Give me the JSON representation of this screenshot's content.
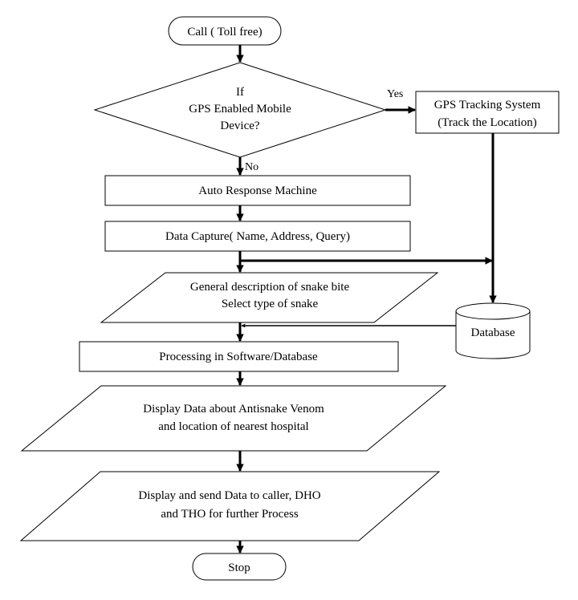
{
  "nodes": {
    "start": "Call ( Toll free)",
    "decision": [
      "If",
      "GPS Enabled Mobile",
      "Device?"
    ],
    "gps": [
      "GPS Tracking System",
      "(Track the Location)"
    ],
    "auto_response": "Auto Response Machine",
    "data_capture": "Data Capture( Name, Address, Query)",
    "description": [
      "General description of snake bite",
      "Select type of snake"
    ],
    "database": "Database",
    "processing": "Processing in Software/Database",
    "display_info": [
      "Display Data about Antisnake Venom",
      "and location of nearest hospital"
    ],
    "send_data": [
      "Display and send Data to caller, DHO",
      "and THO for further Process"
    ],
    "stop": "Stop"
  },
  "edges": {
    "yes": "Yes",
    "no": "No"
  }
}
